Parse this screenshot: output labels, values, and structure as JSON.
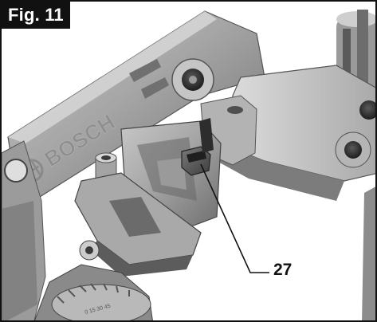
{
  "figure": {
    "label": "Fig. 11"
  },
  "brand": {
    "logo_text": "BOSCH"
  },
  "callouts": [
    {
      "number": "27"
    }
  ]
}
